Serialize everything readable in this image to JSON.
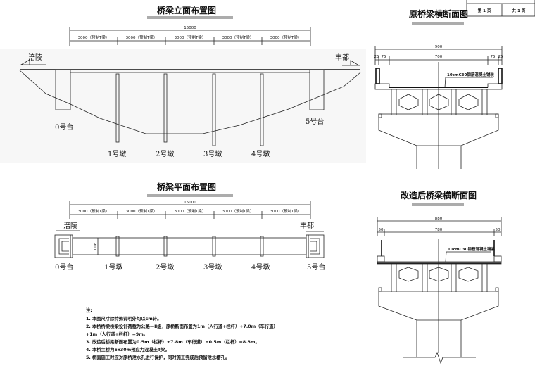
{
  "elevation": {
    "title": "桥梁立面布置图",
    "total_dim": "15000",
    "span_dims": [
      "3000（预制T梁）",
      "3000（预制T梁）",
      "3000（预制T梁）",
      "3000（预制T梁）",
      "3000（预制T梁）"
    ],
    "left_place": "涪陵",
    "right_place": "丰都",
    "supports": [
      "0号台",
      "1号墩",
      "2号墩",
      "3号墩",
      "4号墩",
      "5号台"
    ]
  },
  "plan": {
    "title": "桥梁平面布置图",
    "total_dim": "15000",
    "span_dims": [
      "3000（预制T梁）",
      "3000（预制T梁）",
      "3000（预制T梁）",
      "3000（预制T梁）",
      "3000（预制T梁）"
    ],
    "width_dim": "900",
    "left_place": "涪陵",
    "right_place": "丰都",
    "supports": [
      "0号台",
      "1号墩",
      "2号墩",
      "3号墩",
      "4号墩",
      "5号台"
    ]
  },
  "title_block": {
    "page": "第 1 页",
    "total": "共 1 页"
  },
  "section_original": {
    "title": "原桥梁横断面图",
    "total_dim": "900",
    "sub_dims": [
      "25",
      "75",
      "700",
      "75",
      "25"
    ],
    "pavement_note": "10cmC30钢筋混凝土铺装"
  },
  "section_new": {
    "title": "改造后桥梁横断面图",
    "total_dim": "880",
    "sub_dims": [
      "50",
      "780",
      "50"
    ],
    "pavement_note": "10cmC30钢筋混凝土铺装"
  },
  "notes": {
    "heading": "注:",
    "items": [
      "1. 本图尺寸除特殊说明外均以cm计。",
      "2. 本桥桥梁桥梁设计荷载为公路—Ⅱ级，原桥断面布置为1m（人行道+栏杆）+7.0m（车行道）",
      "+1m（人行道+栏杆）=9m。",
      "3. 改造后桥梁断面布置为0.5m（栏杆）+7.8m（车行道）+0.5m（栏杆）=8.8m。",
      "4. 本桥主桥为5x30m预应力混凝土T梁。",
      "5. 桥面施工时应对原桥泄水孔进行保护，同时施工完成后预留泄水槽孔。"
    ]
  }
}
